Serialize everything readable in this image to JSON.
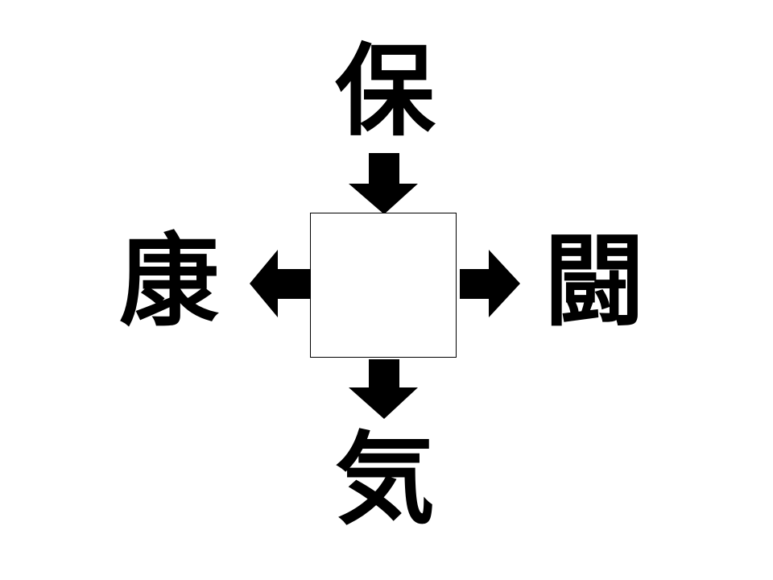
{
  "puzzle": {
    "top_char": "保",
    "left_char": "康",
    "right_char": "闘",
    "bottom_char": "気",
    "answer_box": ""
  },
  "colors": {
    "ink": "#000000",
    "background": "#ffffff"
  }
}
